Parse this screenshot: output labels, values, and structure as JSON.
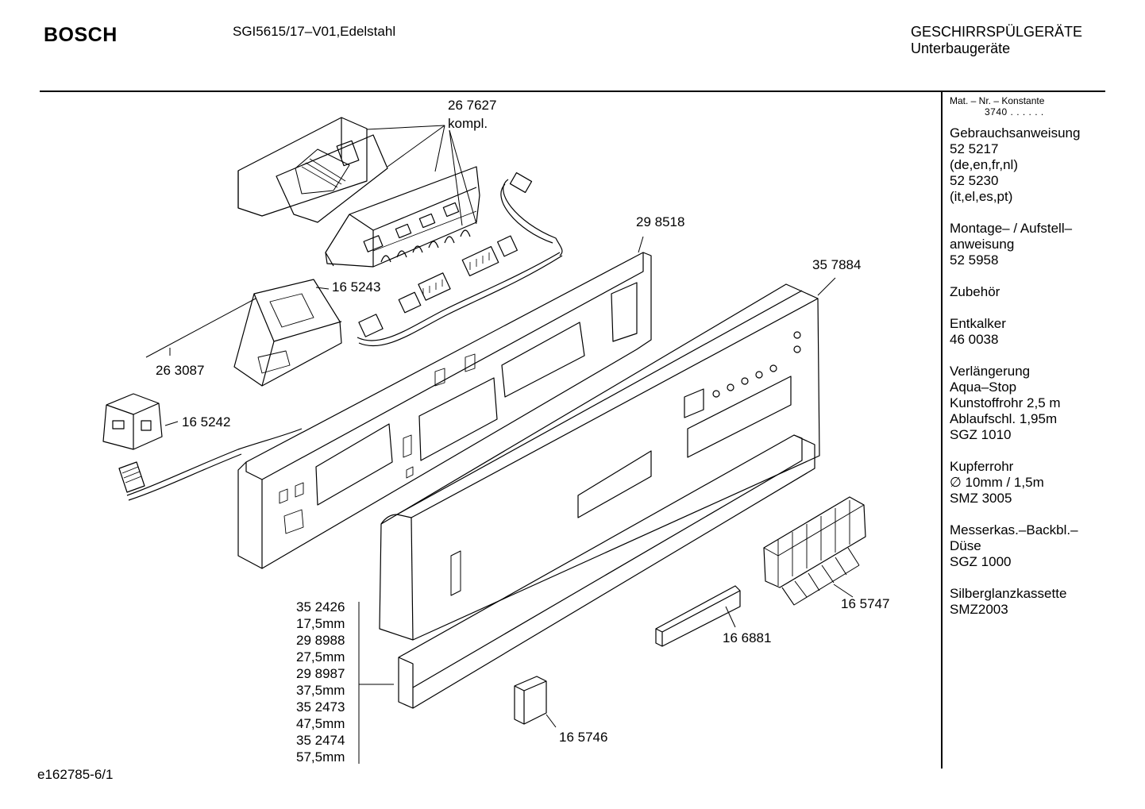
{
  "header": {
    "brand": "BOSCH",
    "model": "SGI5615/17–V01,Edelstahl",
    "category_line1": "GESCHIRRSPÜLGERÄTE",
    "category_line2": "Unterbaugeräte"
  },
  "sidebar": {
    "mat_label": "Mat. – Nr. – Konstante",
    "mat_value": "3740 . . . . . .",
    "sections": [
      {
        "lines": [
          "Gebrauchsanweisung",
          "52 5217",
          "(de,en,fr,nl)",
          "52 5230",
          "(it,el,es,pt)"
        ]
      },
      {
        "lines": [
          "Montage– / Aufstell–",
          "anweisung",
          "52 5958"
        ]
      },
      {
        "lines": [
          "Zubehör"
        ]
      },
      {
        "lines": [
          "Entkalker",
          "46 0038"
        ]
      },
      {
        "lines": [
          "Verlängerung",
          "Aqua–Stop",
          "Kunstoffrohr 2,5 m",
          "Ablaufschl. 1,95m",
          "SGZ 1010"
        ]
      },
      {
        "lines": [
          "Kupferrohr",
          "∅ 10mm / 1,5m",
          "SMZ 3005"
        ]
      },
      {
        "lines": [
          "Messerkas.–Backbl.–",
          "Düse",
          "SGZ 1000"
        ]
      },
      {
        "lines": [
          "Silberglanzkassette",
          "SMZ2003"
        ]
      }
    ]
  },
  "parts": {
    "p267627": "26 7627",
    "p267627_note": "kompl.",
    "p298518": "29 8518",
    "p357884": "35 7884",
    "p165243": "16 5243",
    "p263087": "26 3087",
    "p165242": "16 5242",
    "p165747": "16 5747",
    "p166881": "16 6881",
    "p165746": "16 5746"
  },
  "variants": [
    "35 2426",
    "17,5mm",
    "29 8988",
    "27,5mm",
    "29 8987",
    "37,5mm",
    "35 2473",
    "47,5mm",
    "35 2474",
    "57,5mm"
  ],
  "footer": {
    "code": "e162785-6/1"
  }
}
